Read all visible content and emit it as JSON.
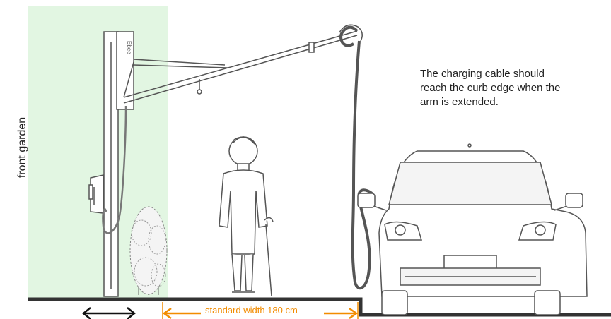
{
  "labels": {
    "front_garden": "front garden",
    "note_lines": [
      "The charging cable should",
      "reach the curb edge when the",
      "arm is extended."
    ],
    "standard_width": "standard width 180 cm",
    "brand_on_post": "Ebee"
  },
  "colors": {
    "garden_zone": "#e2f6e2",
    "accent_dimension": "#f28c00",
    "line_art": "#555555",
    "ground": "#333333"
  }
}
